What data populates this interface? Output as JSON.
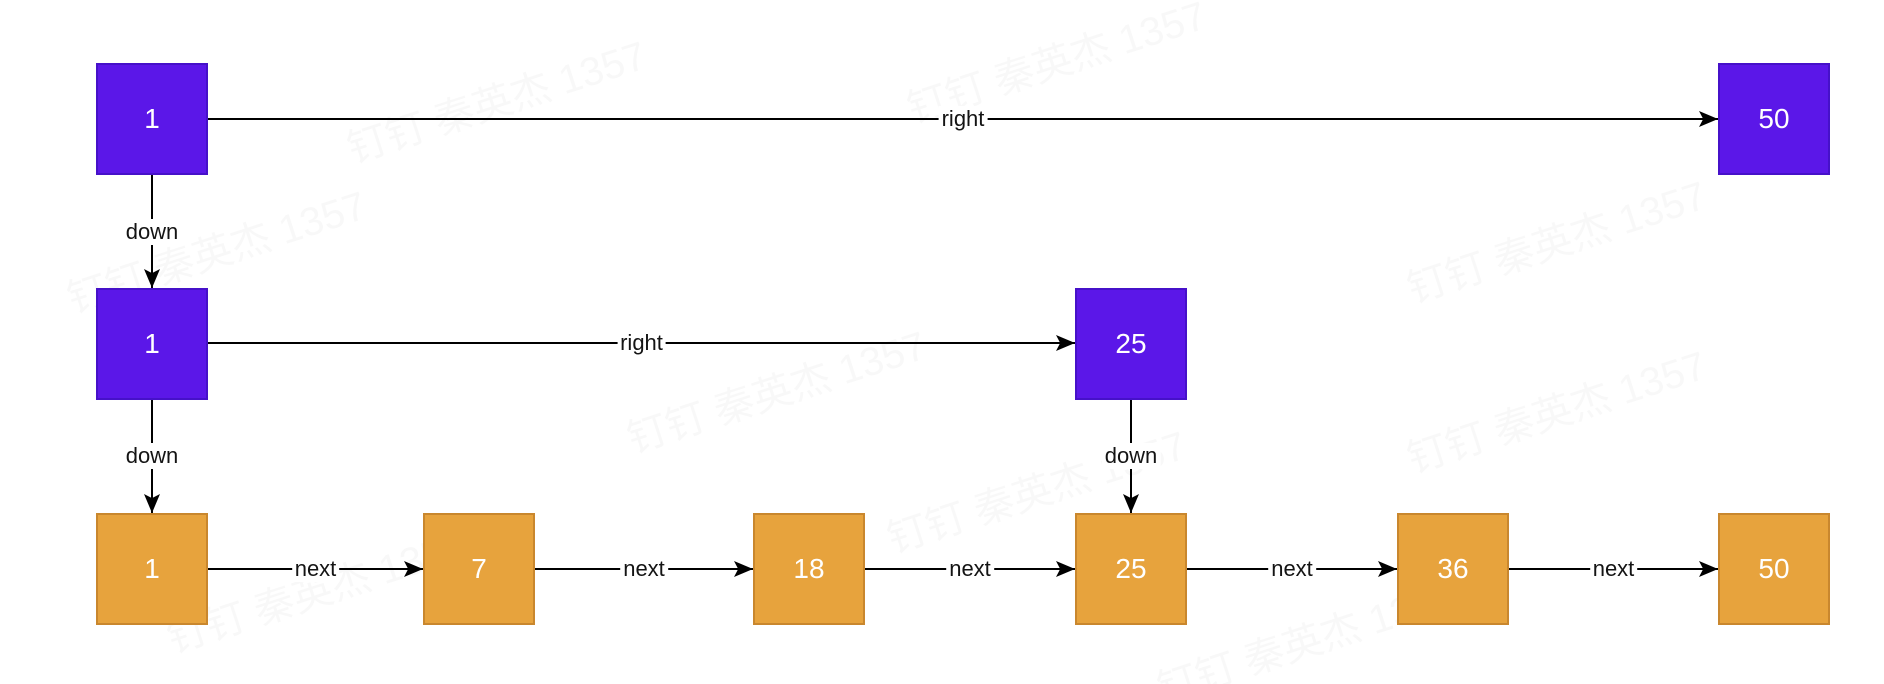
{
  "colors": {
    "purple_fill": "#5b17e8",
    "purple_border": "#4611c9",
    "orange_fill": "#e7a33d",
    "orange_border": "#c9872e",
    "line": "#000000",
    "label_text": "#141414"
  },
  "watermark": {
    "text": "钉钉 秦英杰 1357"
  },
  "nodes": [
    {
      "id": "l2-1",
      "label": "1",
      "color": "purple"
    },
    {
      "id": "l2-50",
      "label": "50",
      "color": "purple"
    },
    {
      "id": "l1-1",
      "label": "1",
      "color": "purple"
    },
    {
      "id": "l1-25",
      "label": "25",
      "color": "purple"
    },
    {
      "id": "l0-1",
      "label": "1",
      "color": "orange"
    },
    {
      "id": "l0-7",
      "label": "7",
      "color": "orange"
    },
    {
      "id": "l0-18",
      "label": "18",
      "color": "orange"
    },
    {
      "id": "l0-25",
      "label": "25",
      "color": "orange"
    },
    {
      "id": "l0-36",
      "label": "36",
      "color": "orange"
    },
    {
      "id": "l0-50",
      "label": "50",
      "color": "orange"
    }
  ],
  "edges": [
    {
      "from": "l2-1",
      "to": "l2-50",
      "label": "right"
    },
    {
      "from": "l1-1",
      "to": "l1-25",
      "label": "right"
    },
    {
      "from": "l0-1",
      "to": "l0-7",
      "label": "next"
    },
    {
      "from": "l0-7",
      "to": "l0-18",
      "label": "next"
    },
    {
      "from": "l0-18",
      "to": "l0-25",
      "label": "next"
    },
    {
      "from": "l0-25",
      "to": "l0-36",
      "label": "next"
    },
    {
      "from": "l0-36",
      "to": "l0-50",
      "label": "next"
    },
    {
      "from": "l2-1",
      "to": "l1-1",
      "label": "down"
    },
    {
      "from": "l1-1",
      "to": "l0-1",
      "label": "down"
    },
    {
      "from": "l1-25",
      "to": "l0-25",
      "label": "down"
    }
  ]
}
